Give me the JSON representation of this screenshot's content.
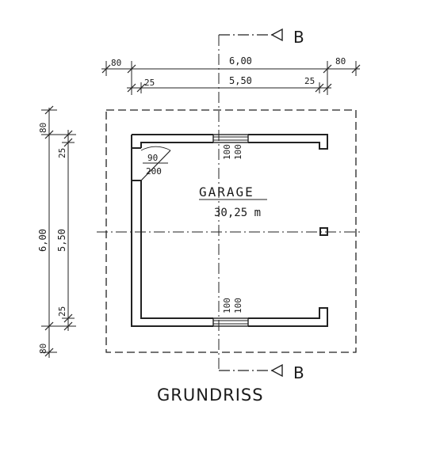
{
  "title": "GRUNDRISS",
  "section_marker": "B",
  "room": {
    "name": "GARAGE",
    "area": "30,25 m"
  },
  "door_swing": {
    "top": "90",
    "bottom": "200"
  },
  "window_labels": {
    "top": [
      "100",
      "100"
    ],
    "bottom": [
      "100",
      "100"
    ]
  },
  "dims_top": {
    "outer": {
      "left": "80",
      "middle": "6,00",
      "right": "80"
    },
    "inner": {
      "left": "25",
      "middle": "5,50",
      "right": "25"
    }
  },
  "dims_left": {
    "outer": {
      "top": "80",
      "middle": "6,00",
      "bottom": "80"
    },
    "inner": {
      "top": "25",
      "middle": "5,50",
      "bottom": "25"
    }
  }
}
